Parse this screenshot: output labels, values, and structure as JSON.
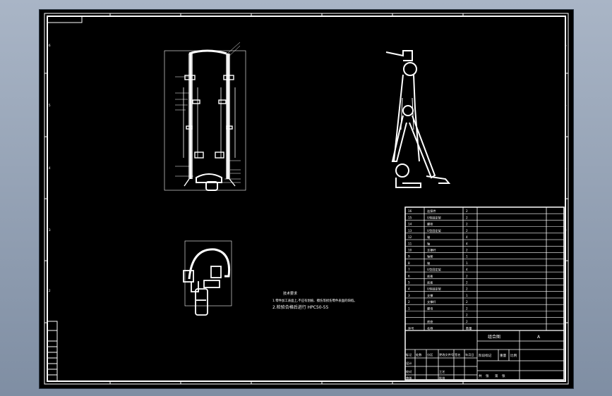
{
  "drawing": {
    "notes": {
      "heading": "技术要求",
      "line1": "1.零件加工表面上,不应有划痕、擦伤等损伤零件表面的缺陷。",
      "line2": "2.检验合格后进行  HPC50-55"
    },
    "title_block": {
      "title_cell": "组合图",
      "side_mark": "A",
      "header_labels": [
        "标记",
        "处数",
        "分区",
        "更改文件号",
        "签名",
        "年月日"
      ],
      "role_labels": [
        "设计",
        "校对",
        "审核",
        "工艺",
        "批准"
      ],
      "stage_labels": [
        "阶段标记",
        "重量",
        "比例"
      ],
      "bottom_labels": [
        "共",
        "张",
        "第",
        "张"
      ],
      "bom_header": [
        "序号",
        "名称",
        "数量",
        "",
        "",
        ""
      ],
      "bom_rows": [
        [
          "16",
          "连接件",
          "2"
        ],
        [
          "15",
          "U型固定架",
          "2"
        ],
        [
          "14",
          "螺栓",
          "2"
        ],
        [
          "13",
          "U型固定架",
          "2"
        ],
        [
          "12",
          "轴",
          "4"
        ],
        [
          "11",
          "轴",
          "4"
        ],
        [
          "10",
          "支撑杆",
          "2"
        ],
        [
          "9",
          "轴套",
          "1"
        ],
        [
          "8",
          "轴",
          "1"
        ],
        [
          "7",
          "U型固定架",
          "4"
        ],
        [
          "6",
          "底板",
          "2"
        ],
        [
          "5",
          "底板",
          "2"
        ],
        [
          "4",
          "U型固定架",
          "2"
        ],
        [
          "3",
          "支撑",
          "1"
        ],
        [
          "2",
          "支撑杆",
          "2"
        ],
        [
          "1",
          "螺母",
          "2"
        ],
        [
          "",
          "",
          "2"
        ],
        [
          "",
          "底座",
          "2"
        ]
      ]
    },
    "colors": {
      "line": "#ffffff",
      "paper": "#000000",
      "frame_bg_top": "#a9b5c6",
      "frame_bg_bottom": "#7f8ea3"
    }
  }
}
